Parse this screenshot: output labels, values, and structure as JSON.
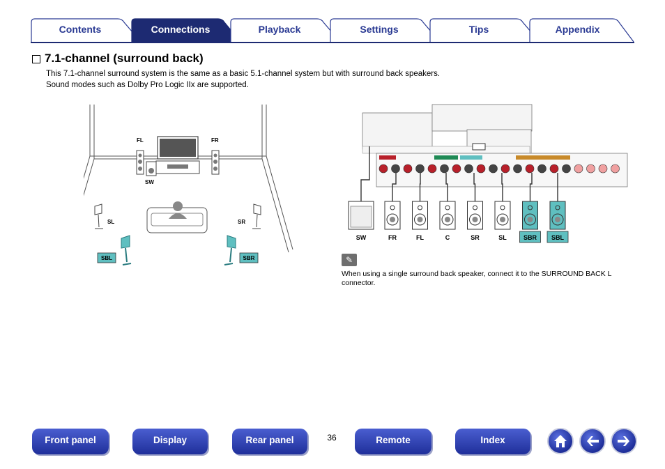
{
  "tabs": [
    {
      "label": "Contents",
      "active": false
    },
    {
      "label": "Connections",
      "active": true
    },
    {
      "label": "Playback",
      "active": false
    },
    {
      "label": "Settings",
      "active": false
    },
    {
      "label": "Tips",
      "active": false
    },
    {
      "label": "Appendix",
      "active": false
    }
  ],
  "section": {
    "title": "7.1-channel (surround back)",
    "intro_line1": "This 7.1-channel surround system is the same as a basic 5.1-channel system but with surround back speakers.",
    "intro_line2": "Sound modes such as Dolby Pro Logic IIx are supported."
  },
  "room_diagram": {
    "fl": "FL",
    "fr": "FR",
    "sw": "SW",
    "sl": "SL",
    "sr": "SR",
    "sbl": "SBL",
    "sbr": "SBR"
  },
  "wiring_diagram": {
    "speakers": [
      "SW",
      "FR",
      "FL",
      "C",
      "SR",
      "SL",
      "SBR",
      "SBL"
    ],
    "highlighted": [
      "SBR",
      "SBL"
    ]
  },
  "note": {
    "icon": "pencil-note-icon",
    "text": "When using a single surround back speaker, connect it to the SURROUND BACK L connector."
  },
  "footer": {
    "front_panel": "Front panel",
    "display": "Display",
    "rear_panel": "Rear panel",
    "page_number": "36",
    "remote": "Remote",
    "index": "Index"
  },
  "colors": {
    "accent": "#2a3a93",
    "tab_active": "#1d2a72",
    "highlight_speaker": "#5fbfc0",
    "terminal_red": "#b8202a"
  }
}
